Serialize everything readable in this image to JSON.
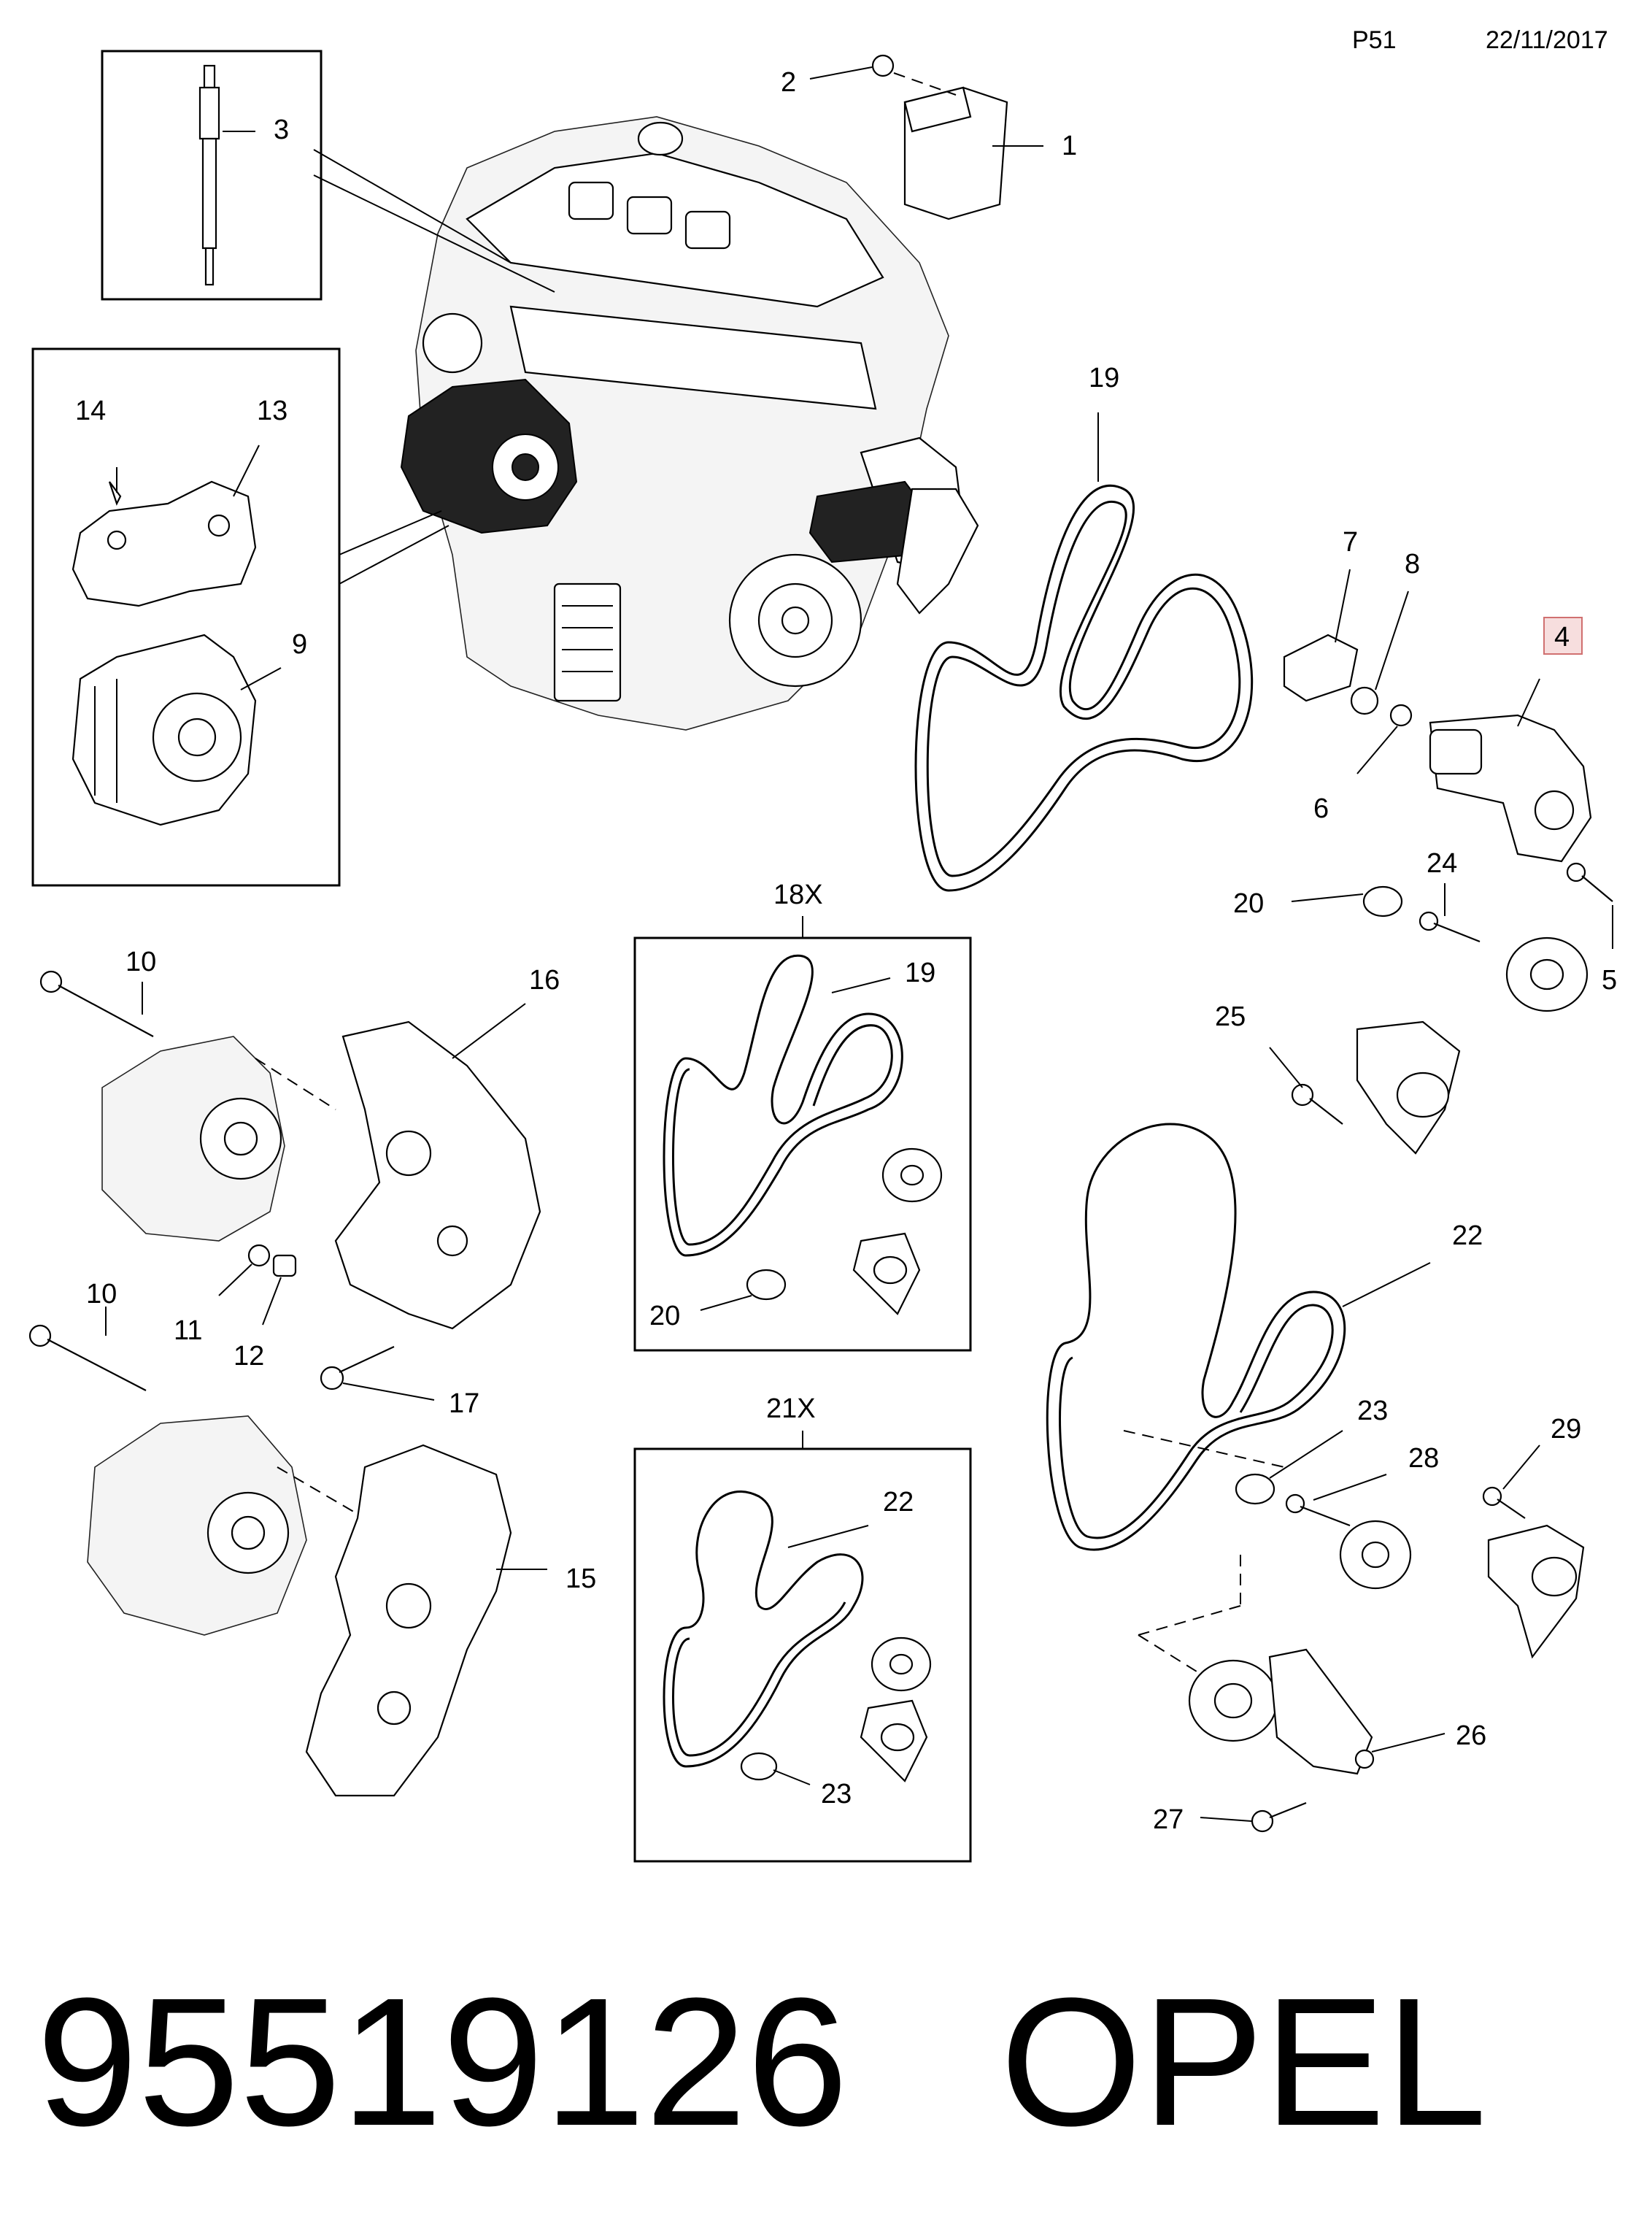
{
  "header": {
    "page_code": "P51",
    "date": "22/11/2017"
  },
  "callouts": {
    "c1": "1",
    "c2": "2",
    "c3": "3",
    "c4": "4",
    "c5": "5",
    "c6": "6",
    "c7": "7",
    "c8": "8",
    "c9": "9",
    "c10a": "10",
    "c10b": "10",
    "c11": "11",
    "c12": "12",
    "c13": "13",
    "c14": "14",
    "c15": "15",
    "c16": "16",
    "c17": "17",
    "c19a": "19",
    "c19b": "19",
    "c20a": "20",
    "c20b": "20",
    "c22a": "22",
    "c22b": "22",
    "c23a": "23",
    "c23b": "23",
    "c24": "24",
    "c25": "25",
    "c26": "26",
    "c27": "27",
    "c28": "28",
    "c29": "29"
  },
  "kits": {
    "kit18": "18X",
    "kit21": "21X"
  },
  "highlighted_callout": "4",
  "colors": {
    "highlight_fill": "#f7dede",
    "highlight_stroke": "#d07070",
    "line": "#000000"
  },
  "footer": {
    "part_number": "95519126",
    "brand": "OPEL"
  }
}
